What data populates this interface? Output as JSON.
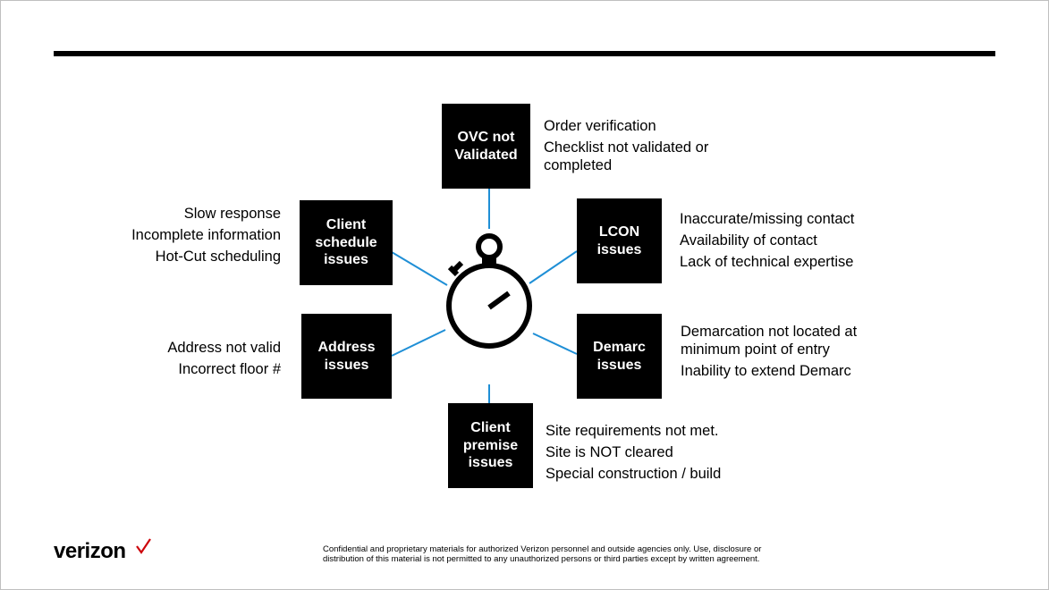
{
  "center_icon": "stopwatch-icon",
  "colors": {
    "connector": "#1f8fd6",
    "box": "#000000",
    "logo_check": "#cd040b"
  },
  "nodes": {
    "ovc": {
      "label": "OVC not\nValidated",
      "details": [
        "Order verification",
        "Checklist not validated or",
        "completed"
      ]
    },
    "lcon": {
      "label": "LCON\nissues",
      "details": [
        "Inaccurate/missing contact",
        "Availability of contact",
        "Lack of technical expertise"
      ]
    },
    "demarc": {
      "label": "Demarc\nissues",
      "details": [
        "Demarcation not located at",
        "minimum point of entry",
        "Inability to extend Demarc"
      ]
    },
    "premise": {
      "label": "Client\npremise\nissues",
      "details": [
        "Site requirements not met.",
        "Site is NOT cleared",
        "Special construction / build"
      ]
    },
    "address": {
      "label": "Address\nissues",
      "details": [
        "Address not valid",
        "Incorrect floor #"
      ]
    },
    "schedule": {
      "label": "Client\nschedule\nissues",
      "details": [
        "Slow response",
        "Incomplete information",
        "Hot-Cut scheduling"
      ]
    }
  },
  "footer": {
    "logo": "verizon",
    "disclaimer": "Confidential and proprietary materials for authorized Verizon personnel and outside agencies only. Use, disclosure or distribution of this material is not permitted to any unauthorized persons or third parties except by written agreement."
  }
}
